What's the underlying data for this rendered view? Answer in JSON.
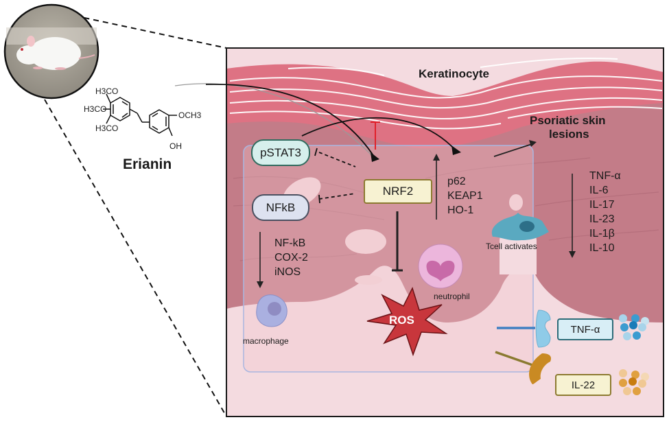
{
  "figure": {
    "compound": {
      "name": "Erianin",
      "substituents": {
        "ring1_top": "H3CO",
        "ring1_mid": "H3CO",
        "ring1_bot": "H3CO",
        "ring2_right": "OCH3",
        "ring2_bottom": "OH"
      }
    },
    "mouse_photo": {
      "alt": "white mouse"
    },
    "labels": {
      "keratinocyte": "Keratinocyte",
      "psoriatic_line1": "Psoriatic skin",
      "psoriatic_line2": "lesions",
      "tcell": "Tcell activates",
      "neutrophil": "neutrophil",
      "macrophage": "macrophage",
      "ros": "ROS"
    },
    "nodes": {
      "pstat3": "pSTAT3",
      "nfkb": "NFkB",
      "nrf2": "NRF2",
      "tnf_box": "TNF-α",
      "il22_box": "IL-22"
    },
    "lists": {
      "nrf2_targets": [
        "p62",
        "KEAP1",
        "HO-1"
      ],
      "nfkb_targets": [
        "NF-kB",
        "COX-2",
        "iNOS"
      ],
      "cytokines": [
        "TNF-α",
        "IL-6",
        "IL-17",
        "IL-23",
        "IL-1β",
        "IL-10"
      ]
    },
    "colors": {
      "stratum_corneum": "#de7283",
      "epidermis": "#c37c88",
      "dermis": "#f2d2d6",
      "inner_box": "#efc5ca",
      "pstat3_fill": "#d6efec",
      "pstat3_border": "#2f6b5e",
      "nfkb_fill": "#dde2f0",
      "nfkb_border": "#4a5060",
      "nrf2_fill": "#f7f2d2",
      "nrf2_border": "#8c7a30",
      "ros_fill": "#c8363c",
      "tnf_receptor": "#8fcbe8",
      "il22_receptor": "#c98a23",
      "inhibit_red": "#e0202a"
    }
  }
}
